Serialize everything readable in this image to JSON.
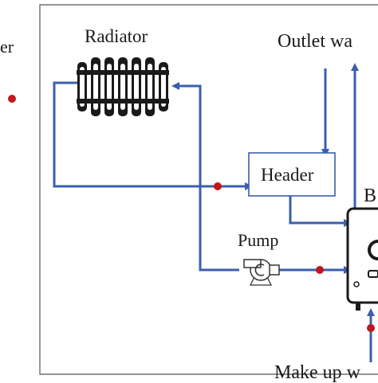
{
  "labels": {
    "left_clip": "er",
    "radiator": "Radiator",
    "outlet": "Outlet wa",
    "header": "Header",
    "pump": "Pump",
    "makeup": "Make up w",
    "boiler": "B"
  },
  "colors": {
    "pipe": "#3a5fae",
    "frame": "#555555",
    "sensor": "#c0161c",
    "equipment": "#1a1a1a",
    "header_box": "#3a5fae"
  },
  "icons": {
    "radiator": "radiator-icon",
    "pump": "pump-icon",
    "boiler": "boiler-icon",
    "sensor": "sensor-dot"
  }
}
